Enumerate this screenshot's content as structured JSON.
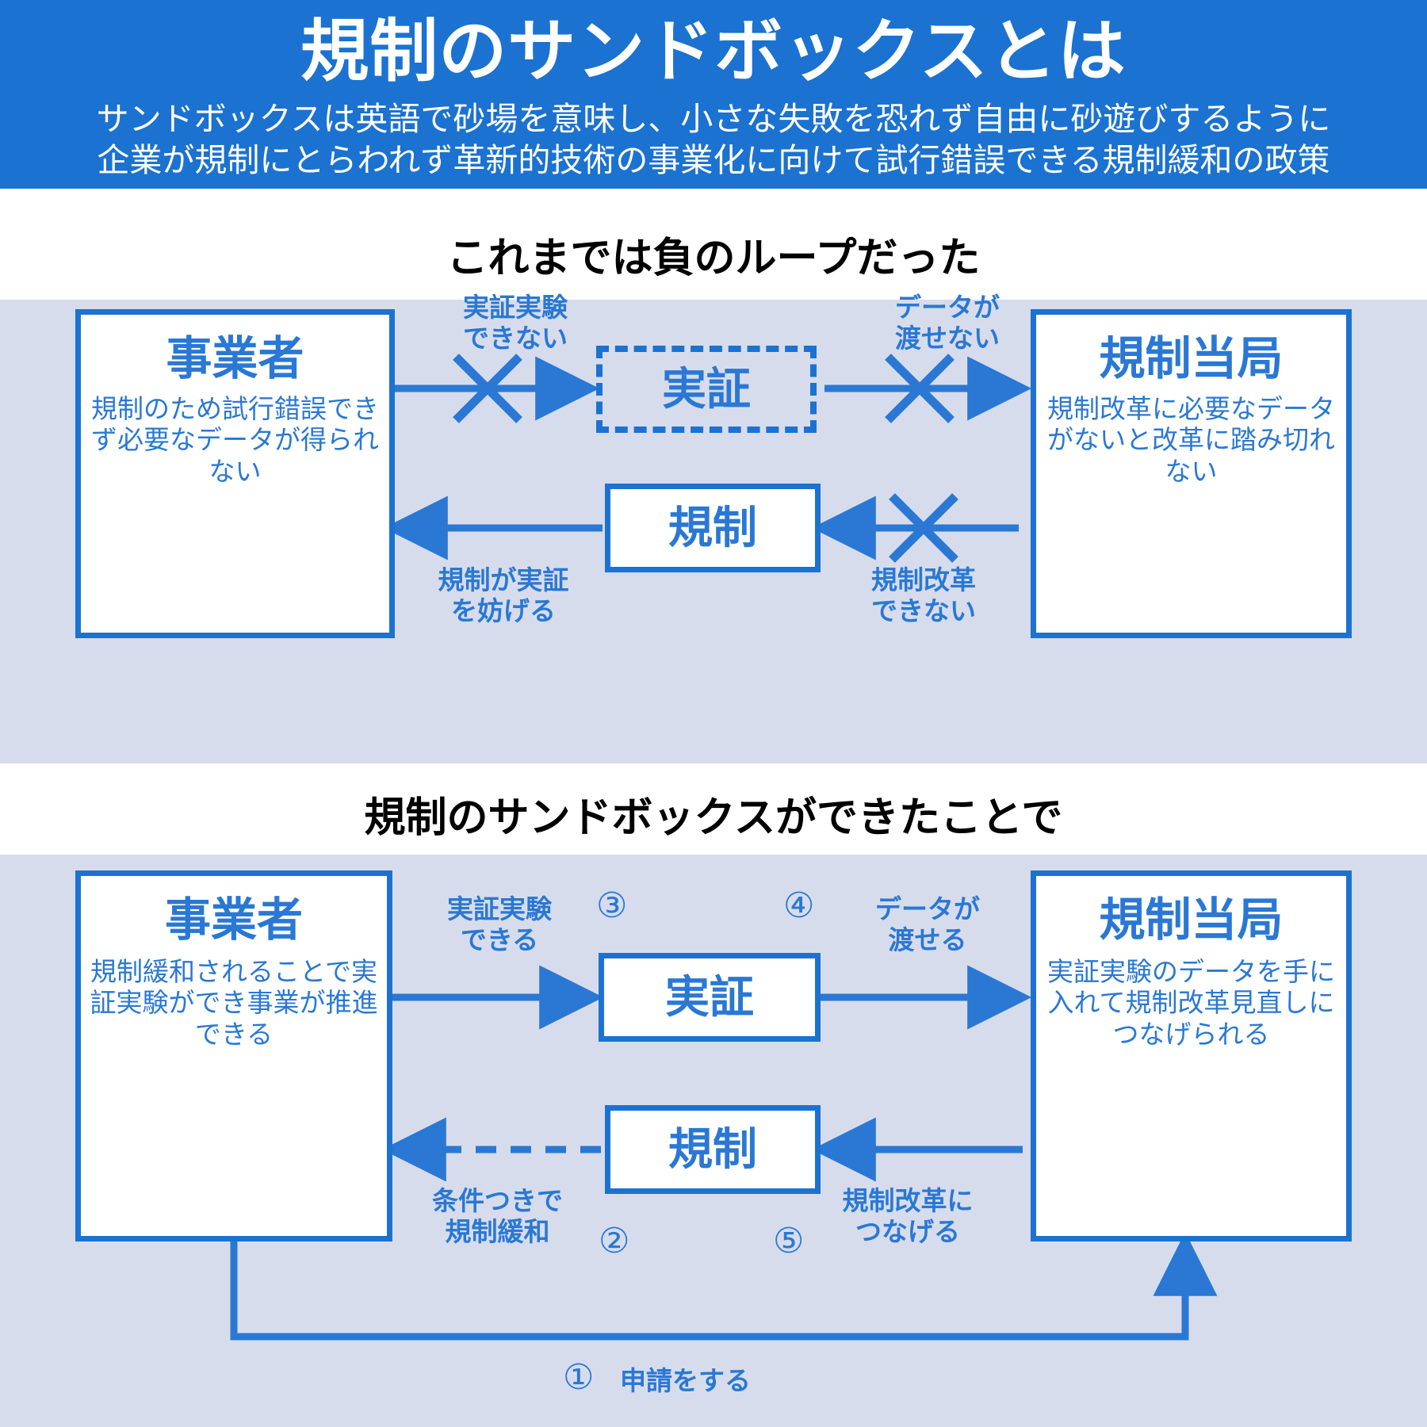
{
  "header": {
    "title": "規制のサンドボックスとは",
    "subtitle_line1": "サンドボックスは英語で砂場を意味し、小さな失敗を恐れず自由に砂遊びするように",
    "subtitle_line2": "企業が規制にとらわれず革新的技術の事業化に向けて試行錯誤できる規制緩和の政策",
    "bg_color": "#1b72d0",
    "text_color": "#ffffff"
  },
  "theme": {
    "accent": "#2a78d4",
    "border": "#1b72d0",
    "panel_bg": "#d7dcec",
    "page_bg": "#ffffff"
  },
  "section1": {
    "heading": "これまでは負のループだった",
    "boxes": {
      "operator": {
        "title": "事業者",
        "desc": "規制のため試行錯誤できず必要なデータが得られない"
      },
      "proof": {
        "title": "実証",
        "style": "dashed"
      },
      "authority": {
        "title": "規制当局",
        "desc": "規制改革に必要なデータがないと改革に踏み切れない"
      },
      "regulation": {
        "title": "規制"
      }
    },
    "labels": {
      "operator_to_proof": "実証実験\nできない",
      "proof_to_authority": "データが\n渡せない",
      "authority_to_regulation": "規制改革\nできない",
      "regulation_to_operator": "規制が実証\nを妨げる"
    },
    "blocked_marks": 3
  },
  "section2": {
    "heading": "規制のサンドボックスができたことで",
    "boxes": {
      "operator": {
        "title": "事業者",
        "desc": "規制緩和されることで実証実験ができ事業が推進できる"
      },
      "proof": {
        "title": "実証"
      },
      "authority": {
        "title": "規制当局",
        "desc": "実証実験のデータを手に入れて規制改革見直しにつなげられる"
      },
      "regulation": {
        "title": "規制"
      }
    },
    "labels": {
      "operator_to_proof": "実証実験\nできる",
      "proof_to_authority": "データが\n渡せる",
      "authority_to_regulation": "規制改革に\nつなげる",
      "regulation_to_operator": "条件つきで\n規制緩和",
      "apply_loop": "申請をする"
    },
    "step_numbers": {
      "apply": "①",
      "deregulate": "②",
      "experiment": "③",
      "data": "④",
      "reform": "⑤"
    }
  }
}
